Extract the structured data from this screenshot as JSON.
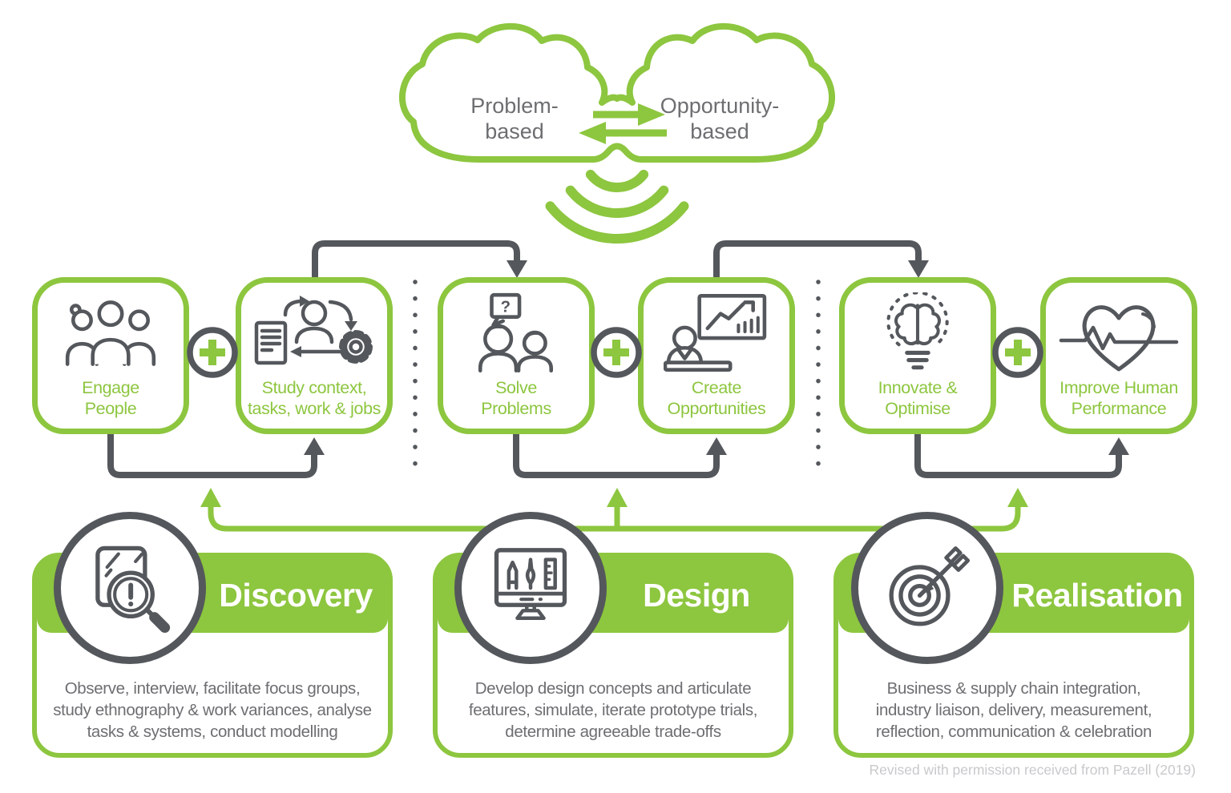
{
  "colors": {
    "accent_green": "#8DC63F",
    "dark_gray": "#54575C",
    "text_gray": "#6D6E71",
    "caption_gray": "#C8C9CB"
  },
  "cloud": {
    "problem_lines": [
      "Problem-",
      "based"
    ],
    "opportunity_lines": [
      "Opportunity-",
      "based"
    ],
    "exchange_icon": "double-arrow-exchange-icon",
    "signal_icon": "signal-waves-icon"
  },
  "process_boxes": [
    {
      "icon": "people-group-icon",
      "label_lines": [
        "Engage",
        "People"
      ]
    },
    {
      "icon": "study-workflow-icon",
      "label_lines": [
        "Study context,",
        "tasks, work & jobs"
      ]
    },
    {
      "icon": "discussion-question-icon",
      "label_lines": [
        "Solve",
        "Problems"
      ]
    },
    {
      "icon": "presenter-chart-icon",
      "label_lines": [
        "Create",
        "Opportunities"
      ]
    },
    {
      "icon": "brain-bulb-icon",
      "label_lines": [
        "Innovate &",
        "Optimise"
      ]
    },
    {
      "icon": "heart-pulse-icon",
      "label_lines": [
        "Improve Human",
        "Performance"
      ]
    }
  ],
  "connector_icons": {
    "plus_icon": "plus-icon",
    "loop_arrows": "loop-arrow-icon",
    "feedback_arrows": "feedback-arrow-icon"
  },
  "phases": [
    {
      "title": "Discovery",
      "icon": "magnifier-alert-icon",
      "description_lines": [
        "Observe, interview, facilitate focus groups,",
        "study ethnography & work variances, analyse",
        "tasks & systems, conduct modelling"
      ]
    },
    {
      "title": "Design",
      "icon": "design-tools-icon",
      "description_lines": [
        "Develop design concepts and articulate",
        "features, simulate, iterate prototype trials,",
        "determine agreeable trade-offs"
      ]
    },
    {
      "title": "Realisation",
      "icon": "target-dart-icon",
      "description_lines": [
        "Business & supply chain integration,",
        "industry liaison, delivery, measurement,",
        "reflection, communication & celebration"
      ]
    }
  ],
  "credit": "Revised with permission received from Pazell (2019)"
}
